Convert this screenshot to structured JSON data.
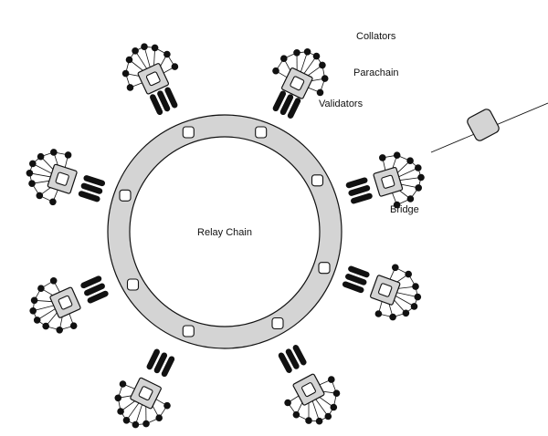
{
  "diagram": {
    "center_label": "Relay Chain",
    "legend": {
      "collators": "Collators",
      "parachain": "Parachain",
      "validators": "Validators",
      "bridge": "Bridge"
    },
    "parachain_count": 8,
    "bridge_count": 1,
    "colors": {
      "ring_fill": "#d4d4d4",
      "box_fill": "#d4d4d4",
      "stroke": "#111111",
      "background": "#ffffff"
    }
  }
}
